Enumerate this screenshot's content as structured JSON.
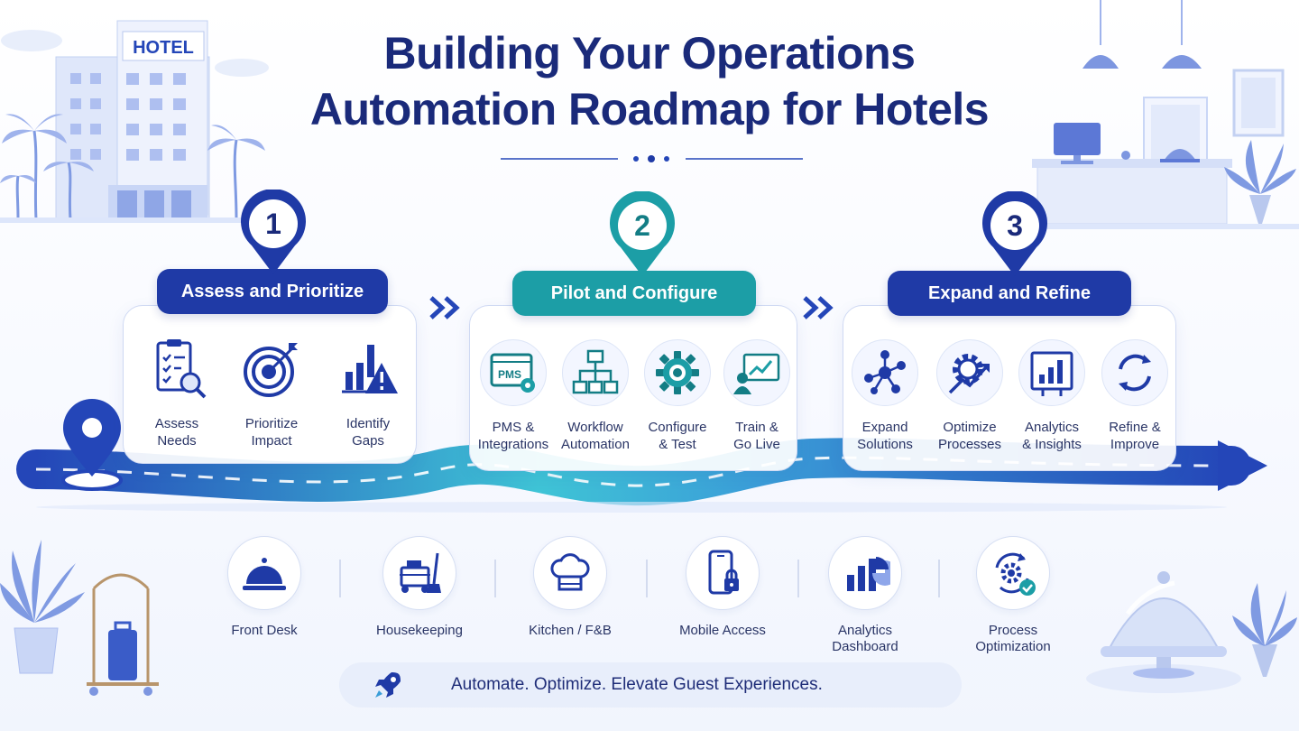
{
  "title": {
    "line1": "Building Your Operations",
    "line2": "Automation Roadmap for Hotels"
  },
  "hotel_sign": "HOTEL",
  "colors": {
    "navy": "#1f3aa6",
    "teal": "#1c9ea6",
    "blue": "#2446b8"
  },
  "phases": [
    {
      "number": "1",
      "title": "Assess and Prioritize",
      "steps": [
        {
          "icon": "checklist-search-icon",
          "line1": "Assess",
          "line2": "Needs"
        },
        {
          "icon": "target-icon",
          "line1": "Prioritize",
          "line2": "Impact"
        },
        {
          "icon": "chart-warning-icon",
          "line1": "Identify",
          "line2": "Gaps"
        }
      ]
    },
    {
      "number": "2",
      "title": "Pilot and Configure",
      "steps": [
        {
          "icon": "pms-window-icon",
          "line1": "PMS &",
          "line2": "Integrations",
          "pms_text": "PMS"
        },
        {
          "icon": "workflow-icon",
          "line1": "Workflow",
          "line2": "Automation"
        },
        {
          "icon": "gear-icon",
          "line1": "Configure",
          "line2": "& Test"
        },
        {
          "icon": "presentation-icon",
          "line1": "Train &",
          "line2": "Go Live"
        }
      ]
    },
    {
      "number": "3",
      "title": "Expand and Refine",
      "steps": [
        {
          "icon": "network-icon",
          "line1": "Expand",
          "line2": "Solutions"
        },
        {
          "icon": "gear-growth-icon",
          "line1": "Optimize",
          "line2": "Processes"
        },
        {
          "icon": "analytics-board-icon",
          "line1": "Analytics",
          "line2": "& Insights"
        },
        {
          "icon": "refresh-icon",
          "line1": "Refine &",
          "line2": "Improve"
        }
      ]
    }
  ],
  "categories": [
    {
      "icon": "service-bell-icon",
      "line1": "Front Desk",
      "line2": ""
    },
    {
      "icon": "housekeeping-cart-icon",
      "line1": "Housekeeping",
      "line2": ""
    },
    {
      "icon": "chef-hat-icon",
      "line1": "Kitchen / F&B",
      "line2": ""
    },
    {
      "icon": "phone-lock-icon",
      "line1": "Mobile Access",
      "line2": ""
    },
    {
      "icon": "analytics-chart-icon",
      "line1": "Analytics",
      "line2": "Dashboard"
    },
    {
      "icon": "process-gear-check-icon",
      "line1": "Process",
      "line2": "Optimization"
    }
  ],
  "tagline": {
    "icon": "rocket-icon",
    "text": "Automate. Optimize. Elevate Guest Experiences."
  }
}
